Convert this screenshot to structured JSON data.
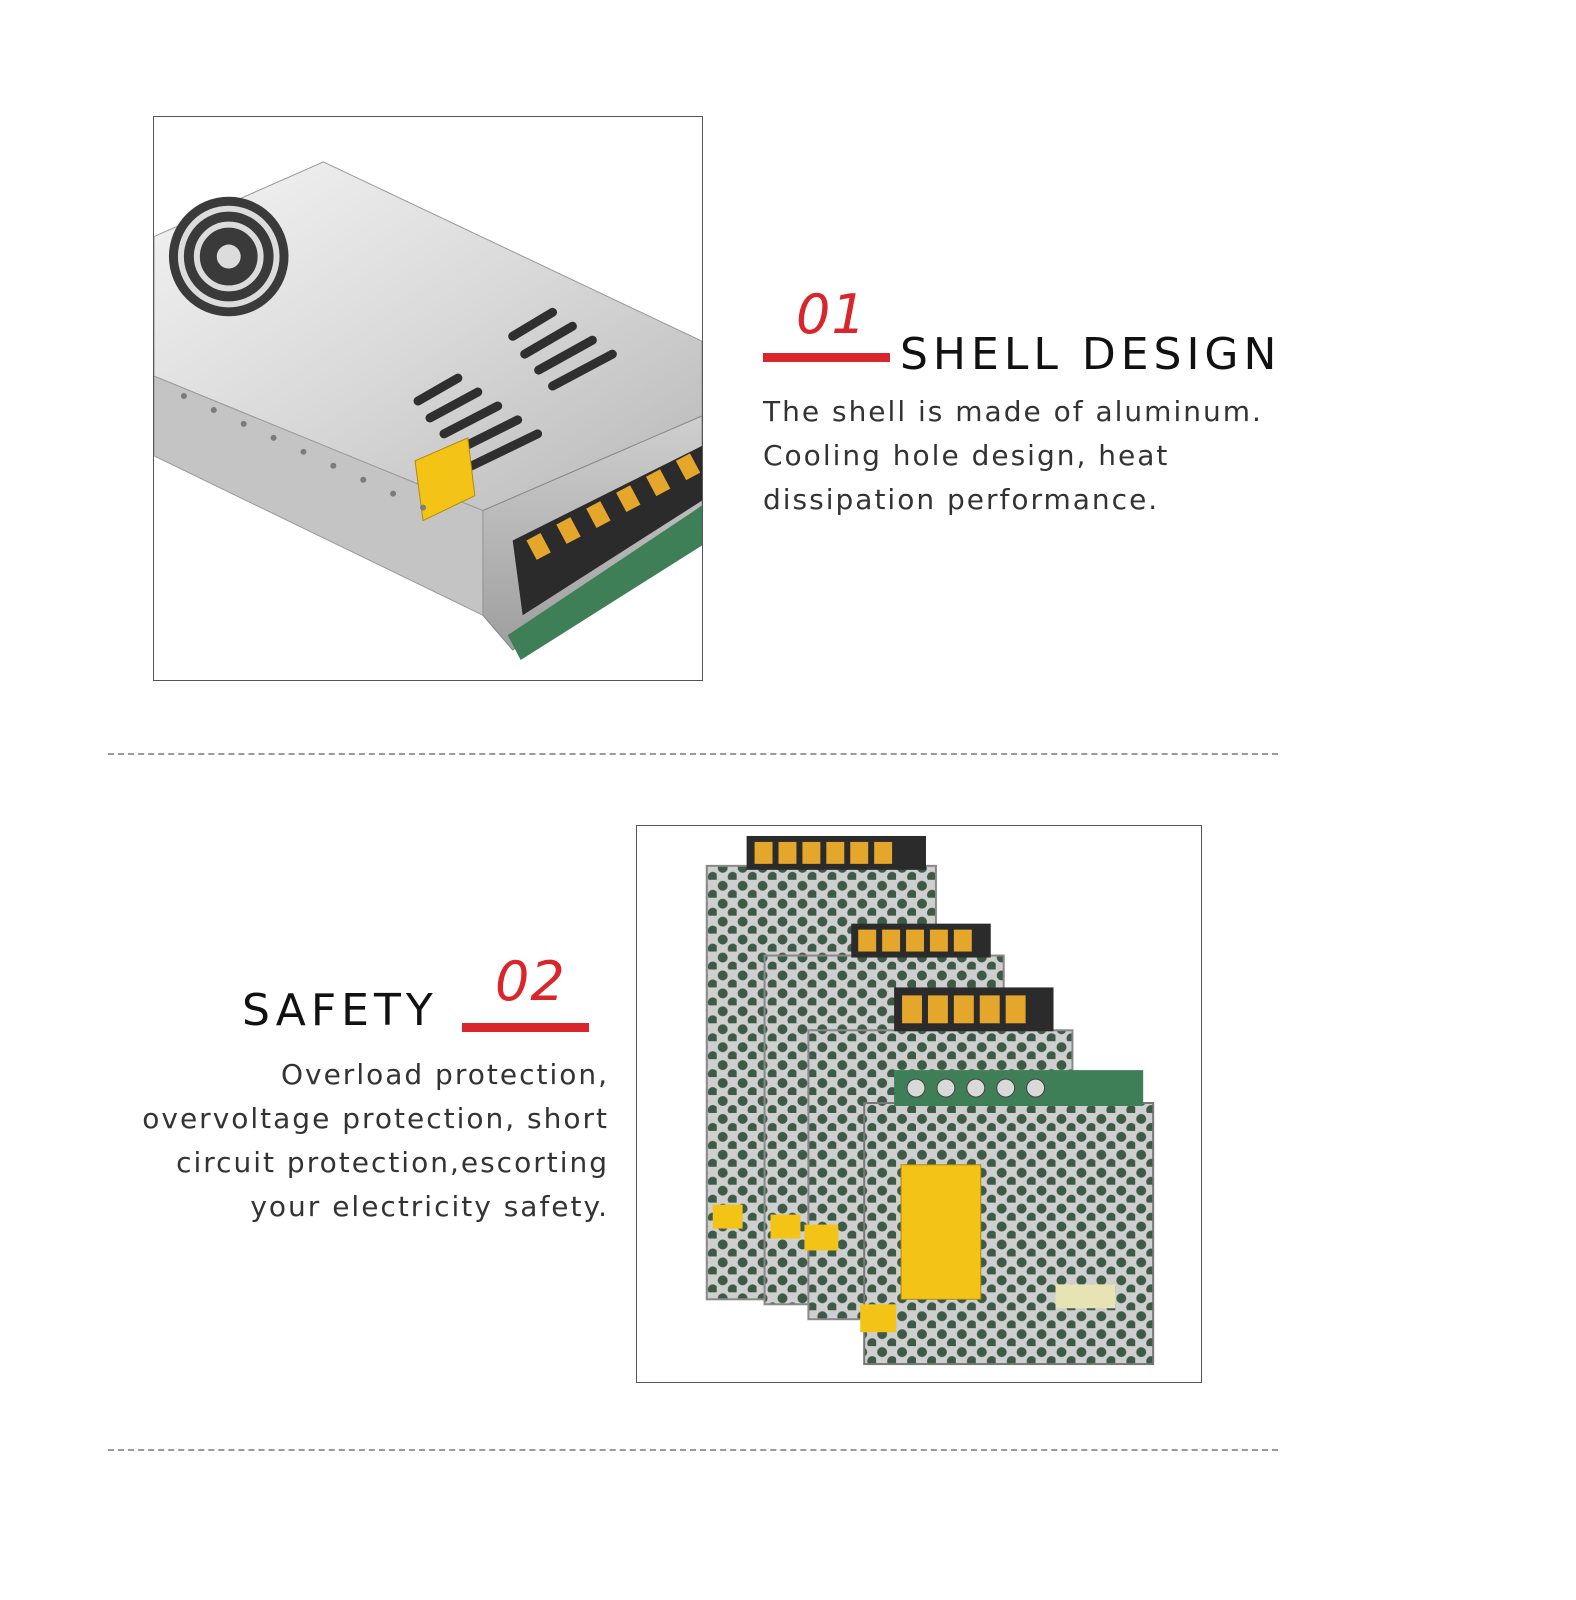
{
  "section1": {
    "number": "01",
    "title": "SHELL DESIGN",
    "lines": [
      "The shell is made of aluminum.",
      "Cooling hole design, heat",
      "dissipation performance."
    ],
    "image": "aluminum-power-supply-shell"
  },
  "section2": {
    "number": "02",
    "title": "SAFETY",
    "lines": [
      "Overload protection,",
      "overvoltage protection, short",
      "circuit protection,escorting",
      "your electricity safety."
    ],
    "image": "stacked-power-supplies"
  },
  "colors": {
    "accent": "#d8262a",
    "text": "#333333",
    "divider": "#9a9a9a"
  }
}
